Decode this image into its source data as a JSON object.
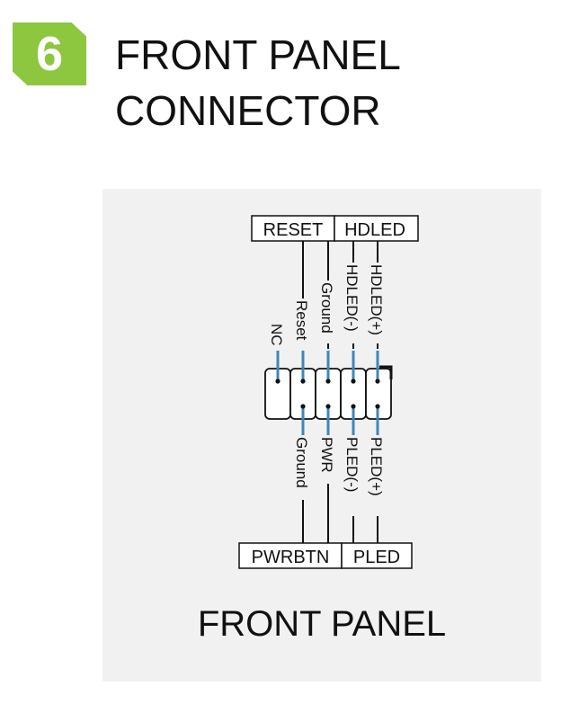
{
  "header": {
    "step_number": "6",
    "title_line1": "FRONT PANEL",
    "title_line2": "CONNECTOR",
    "badge_color": "#8dc63f"
  },
  "diagram": {
    "top_groups": {
      "reset": "RESET",
      "hdled": "HDLED"
    },
    "bottom_groups": {
      "pwrbtn": "PWRBTN",
      "pled": "PLED"
    },
    "top_pins": {
      "nc": "NC",
      "reset": "Reset",
      "ground": "Ground",
      "hdled_neg": "HDLED(-)",
      "hdled_pos": "HDLED(+)"
    },
    "bottom_pins": {
      "ground": "Ground",
      "pwr": "PWR",
      "pled_neg": "PLED(-)",
      "pled_pos": "PLED(+)"
    },
    "footer": "FRONT PANEL",
    "pin_color": "#3f87b8",
    "panel_bg": "#f1f1f1"
  }
}
